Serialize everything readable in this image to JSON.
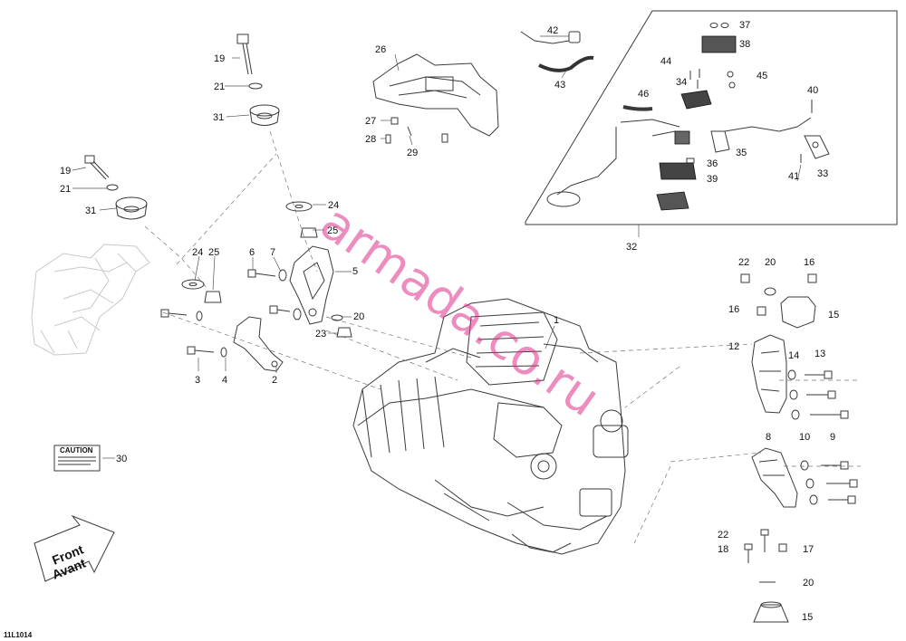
{
  "figure_id": "11L1014",
  "watermark": "armada.co.ru",
  "front_label": {
    "line1": "Front",
    "line2": "Avant"
  },
  "caution_label": "CAUTION",
  "callouts": [
    {
      "id": "c1",
      "text": "1"
    },
    {
      "id": "c2",
      "text": "2"
    },
    {
      "id": "c3",
      "text": "3"
    },
    {
      "id": "c4",
      "text": "4"
    },
    {
      "id": "c5",
      "text": "5"
    },
    {
      "id": "c6",
      "text": "6"
    },
    {
      "id": "c7",
      "text": "7"
    },
    {
      "id": "c8",
      "text": "8"
    },
    {
      "id": "c9",
      "text": "9"
    },
    {
      "id": "c10",
      "text": "10"
    },
    {
      "id": "c12",
      "text": "12"
    },
    {
      "id": "c13",
      "text": "13"
    },
    {
      "id": "c14",
      "text": "14"
    },
    {
      "id": "c15a",
      "text": "15"
    },
    {
      "id": "c15b",
      "text": "15"
    },
    {
      "id": "c16a",
      "text": "16"
    },
    {
      "id": "c16b",
      "text": "16"
    },
    {
      "id": "c17",
      "text": "17"
    },
    {
      "id": "c18",
      "text": "18"
    },
    {
      "id": "c19a",
      "text": "19"
    },
    {
      "id": "c19b",
      "text": "19"
    },
    {
      "id": "c20a",
      "text": "20"
    },
    {
      "id": "c20b",
      "text": "20"
    },
    {
      "id": "c20c",
      "text": "20"
    },
    {
      "id": "c21a",
      "text": "21"
    },
    {
      "id": "c21b",
      "text": "21"
    },
    {
      "id": "c22a",
      "text": "22"
    },
    {
      "id": "c22b",
      "text": "22"
    },
    {
      "id": "c23",
      "text": "23"
    },
    {
      "id": "c24a",
      "text": "24"
    },
    {
      "id": "c24b",
      "text": "24"
    },
    {
      "id": "c25a",
      "text": "25"
    },
    {
      "id": "c25b",
      "text": "25"
    },
    {
      "id": "c26",
      "text": "26"
    },
    {
      "id": "c27",
      "text": "27"
    },
    {
      "id": "c28",
      "text": "28"
    },
    {
      "id": "c29",
      "text": "29"
    },
    {
      "id": "c30",
      "text": "30"
    },
    {
      "id": "c31a",
      "text": "31"
    },
    {
      "id": "c31b",
      "text": "31"
    },
    {
      "id": "c32",
      "text": "32"
    },
    {
      "id": "c33",
      "text": "33"
    },
    {
      "id": "c34",
      "text": "34"
    },
    {
      "id": "c35",
      "text": "35"
    },
    {
      "id": "c36",
      "text": "36"
    },
    {
      "id": "c37",
      "text": "37"
    },
    {
      "id": "c38",
      "text": "38"
    },
    {
      "id": "c39",
      "text": "39"
    },
    {
      "id": "c40",
      "text": "40"
    },
    {
      "id": "c41",
      "text": "41"
    },
    {
      "id": "c42",
      "text": "42"
    },
    {
      "id": "c43",
      "text": "43"
    },
    {
      "id": "c44",
      "text": "44"
    },
    {
      "id": "c45",
      "text": "45"
    },
    {
      "id": "c46",
      "text": "46"
    }
  ]
}
